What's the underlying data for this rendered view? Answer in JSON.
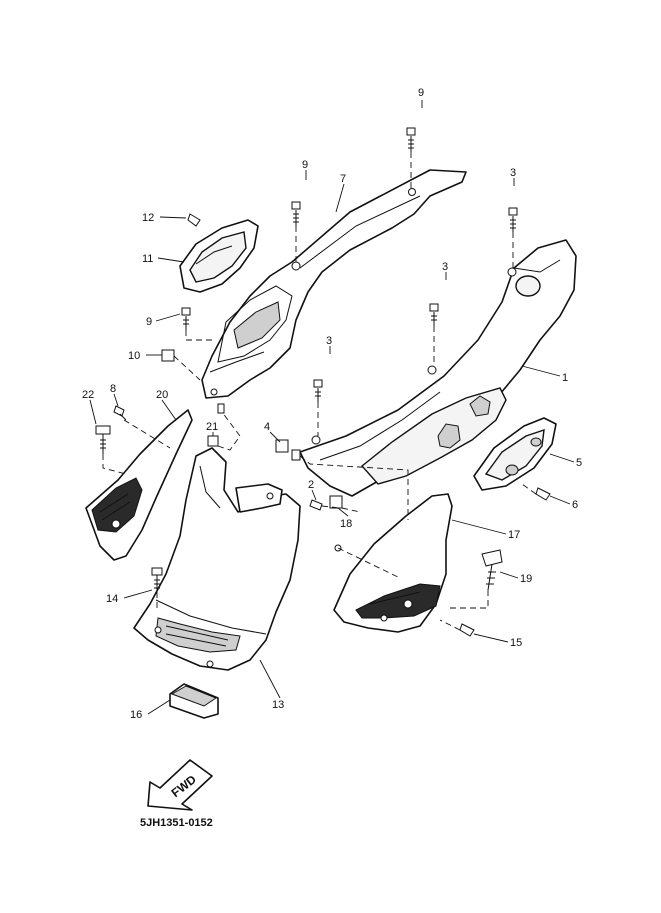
{
  "diagram": {
    "code": "5JH1351-0152",
    "fwd_label": "FWD",
    "callouts": [
      {
        "id": "c9a",
        "label": "9"
      },
      {
        "id": "c9b",
        "label": "9"
      },
      {
        "id": "c9c",
        "label": "9"
      },
      {
        "id": "c7",
        "label": "7"
      },
      {
        "id": "c3a",
        "label": "3"
      },
      {
        "id": "c3b",
        "label": "3"
      },
      {
        "id": "c3c",
        "label": "3"
      },
      {
        "id": "c12",
        "label": "12"
      },
      {
        "id": "c11",
        "label": "11"
      },
      {
        "id": "c10",
        "label": "10"
      },
      {
        "id": "c1",
        "label": "1"
      },
      {
        "id": "c22",
        "label": "22"
      },
      {
        "id": "c8",
        "label": "8"
      },
      {
        "id": "c20",
        "label": "20"
      },
      {
        "id": "c21",
        "label": "21"
      },
      {
        "id": "c4",
        "label": "4"
      },
      {
        "id": "c5",
        "label": "5"
      },
      {
        "id": "c2",
        "label": "2"
      },
      {
        "id": "c18",
        "label": "18"
      },
      {
        "id": "c6",
        "label": "6"
      },
      {
        "id": "c17",
        "label": "17"
      },
      {
        "id": "c19",
        "label": "19"
      },
      {
        "id": "c14",
        "label": "14"
      },
      {
        "id": "c15",
        "label": "15"
      },
      {
        "id": "c13",
        "label": "13"
      },
      {
        "id": "c16",
        "label": "16"
      }
    ]
  }
}
